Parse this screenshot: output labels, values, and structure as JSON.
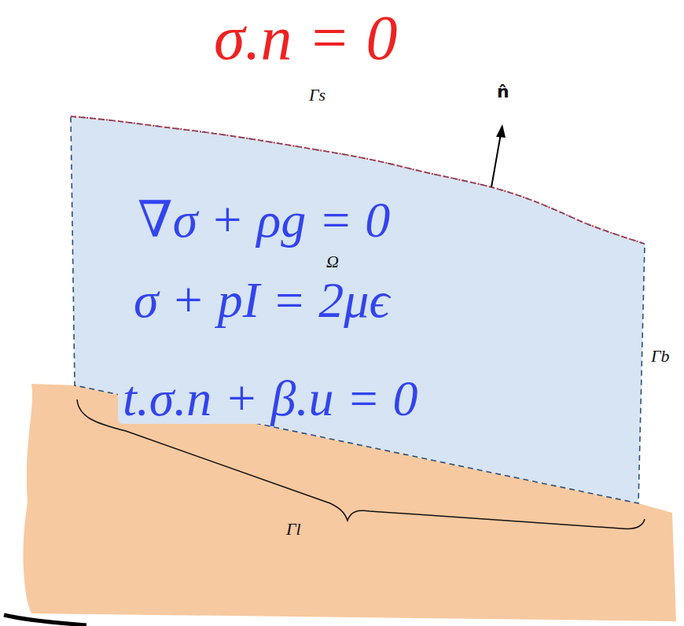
{
  "diagram": {
    "nodes": [
      {
        "text": [
          "∇σ + ρg = 0",
          "Ω",
          "σ + pI = 2μϵ",
          "t.σ.n + β.u = 0"
        ]
      }
    ],
    "labels": [
      "σ.n = 0",
      "Γs",
      "n̂",
      "Γb",
      "Γl"
    ]
  }
}
